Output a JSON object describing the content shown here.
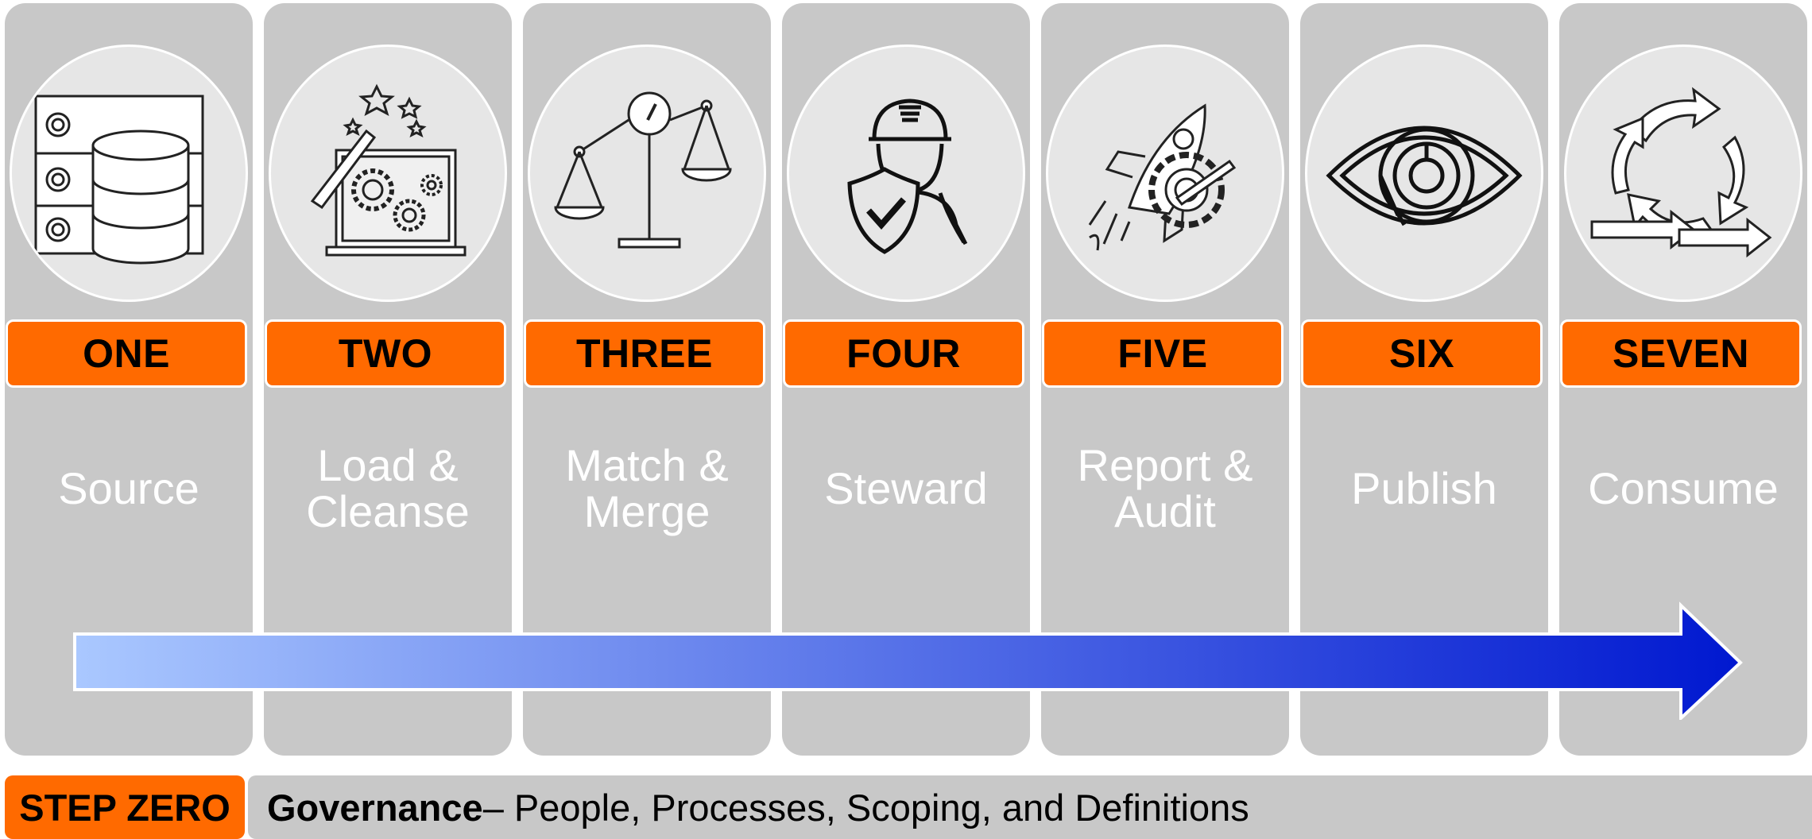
{
  "colors": {
    "column_bg": "#c8c8c8",
    "accent_orange": "#ff6a00",
    "circle_bg": "#e6e6e6",
    "arrow_start": "#aac8ff",
    "arrow_end": "#0018d0"
  },
  "steps": [
    {
      "number": "ONE",
      "label": "Source",
      "icon": "database-icon"
    },
    {
      "number": "TWO",
      "label": "Load &\nCleanse",
      "icon": "laptop-gears-wand-icon"
    },
    {
      "number": "THREE",
      "label": "Match &\nMerge",
      "icon": "balance-scale-icon"
    },
    {
      "number": "FOUR",
      "label": "Steward",
      "icon": "worker-shield-icon"
    },
    {
      "number": "FIVE",
      "label": "Report &\nAudit",
      "icon": "rocket-gear-icon"
    },
    {
      "number": "SIX",
      "label": "Publish",
      "icon": "eye-icon"
    },
    {
      "number": "SEVEN",
      "label": "Consume",
      "icon": "cycle-arrows-icon"
    }
  ],
  "step_zero": {
    "badge": "STEP ZERO",
    "title": "Governance",
    "description": " – People, Processes, Scoping, and Definitions"
  }
}
